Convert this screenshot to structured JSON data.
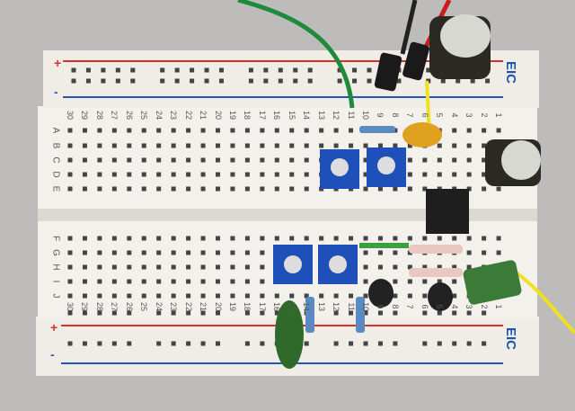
{
  "breadboard": {
    "brand": "EIC",
    "rail_plus": "+",
    "rail_minus": "-",
    "column_numbers": [
      "30",
      "29",
      "28",
      "27",
      "26",
      "25",
      "24",
      "23",
      "22",
      "21",
      "20",
      "19",
      "18",
      "17",
      "16",
      "15",
      "14",
      "13",
      "12",
      "11",
      "10",
      "9",
      "8",
      "7",
      "6",
      "5",
      "4",
      "3",
      "2",
      "1"
    ],
    "rows_top": [
      "A",
      "B",
      "C",
      "D",
      "E"
    ],
    "rows_bottom": [
      "F",
      "G",
      "H",
      "I",
      "J"
    ]
  },
  "colors": {
    "board": "#f2f0ea",
    "rail_red": "#d8302a",
    "rail_blue": "#2456b8",
    "trimpot": "#1f4fb8",
    "wire_green": "#1f8a3a",
    "wire_yellow": "#f0e020"
  }
}
